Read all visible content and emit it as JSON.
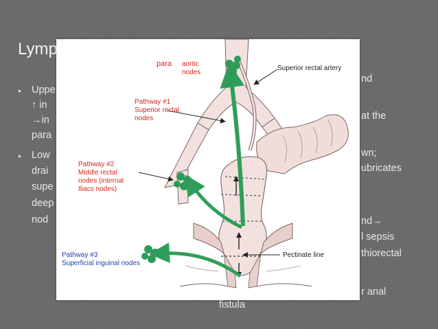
{
  "slide": {
    "title": "Lymp",
    "left_lines": [
      "Uppe",
      "↑ in",
      "→in",
      "para",
      "Low",
      "drai",
      "supe",
      "deep",
      "nod"
    ],
    "right_lines": [
      "nd",
      "at the",
      "wn;",
      "ubricates",
      "nd→",
      "l sepsis",
      "thiorectal",
      "r anal"
    ],
    "bottom_line": "fistula"
  },
  "figure": {
    "labels": {
      "para": "para",
      "aortic_nodes_1": "aortic",
      "aortic_nodes_2": "nodes",
      "superior_rectal_artery": "Superior rectal artery",
      "pathway1_title": "Pathway #1",
      "pathway1_l1": "Superior rectal",
      "pathway1_l2": "nodes",
      "pathway2_title": "Pathway #2",
      "pathway2_l1": "Middle rectal",
      "pathway2_l2": "nodes (internal",
      "pathway2_l3": "Iliacs nodes)",
      "pathway3_title": "Pathway #3",
      "pathway3_l1": "Superficial inguinal nodes",
      "pectinate_line": "Pectinate line"
    },
    "colors": {
      "node_green": "#2e9b57",
      "arrow_green": "#2f9e5a",
      "tissue": "#f3e1df",
      "tissue_outline": "#7a6563",
      "red_label": "#d9261c",
      "blue_label": "#1f3fb0"
    }
  }
}
